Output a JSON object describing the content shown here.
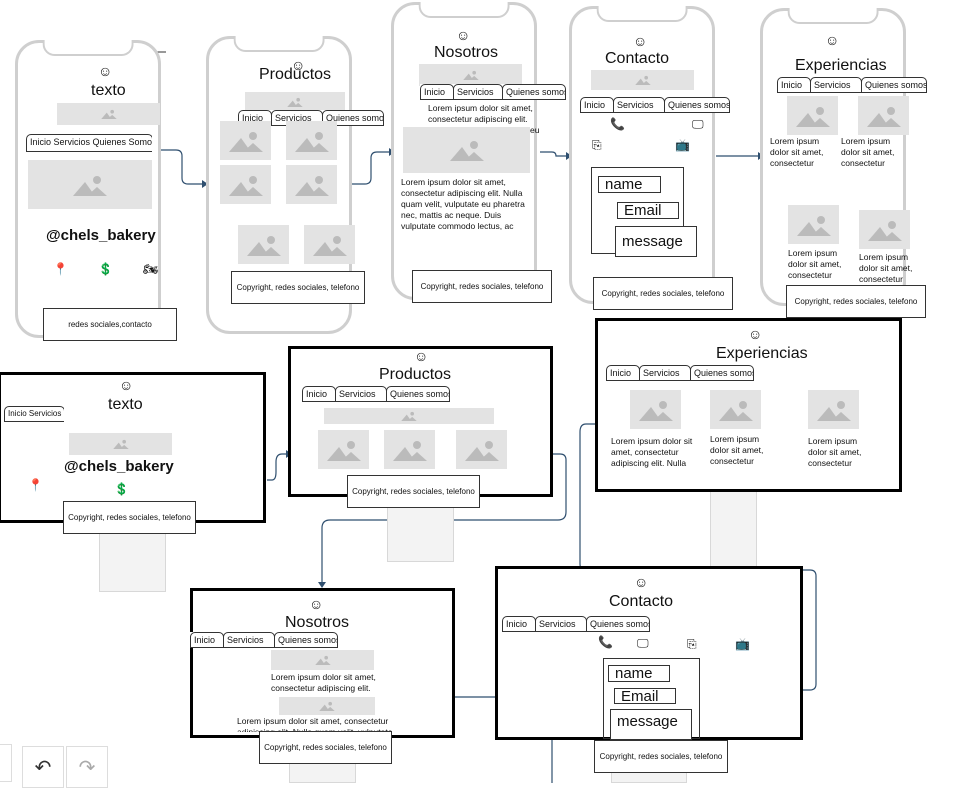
{
  "screens": {
    "texto": "texto",
    "productos": "Productos",
    "nosotros": "Nosotros",
    "contacto": "Contacto",
    "experiencias": "Experiencias"
  },
  "nav": {
    "inicio": "Inicio",
    "servicios": "Servicios",
    "quienes": "Quienes somos",
    "mobile_overlap": "Inicio Servicios Quienes Somos Experiencias/Recomendaciones",
    "desktop_overlap": "Inicio Servicios Quienes Somos Experiencias"
  },
  "brand": {
    "handle": "@chels_bakery"
  },
  "lorem": {
    "short": "Lorem ipsum dolor sit amet, consectetur adipiscing elit. Nulla quam velit, vulputate eu pharetra",
    "long": "Lorem ipsum dolor sit amet, consectetur adipiscing elit. Nulla quam velit, vulputate eu pharetra nec, mattis ac neque. Duis vulputate commodo lectus, ac",
    "card": "Lorem ipsum dolor sit amet, consectetur",
    "card_long": "Lorem ipsum dolor sit amet, consectetur adipiscing elit. Nulla",
    "mid": "Lorem ipsum dolor sit amet, consectetur adipiscing elit. Nulla quam velit, vulputate eu pharetra"
  },
  "footer": {
    "copyright": "Copyright, redes sociales, telefono",
    "contact": "redes sociales,contacto"
  },
  "form": {
    "name": "name",
    "email": "Email",
    "message": "message"
  },
  "icons": [
    "smiley-icon",
    "location-pin-icon",
    "dollar-icon",
    "motorcycle-icon",
    "phone-icon",
    "monitor-icon",
    "cast-icon",
    "tv-icon",
    "image-placeholder-icon",
    "undo-icon",
    "redo-icon"
  ],
  "colors": {
    "connector": "#2f4f6f",
    "frame_mobile": "#cfcfcf",
    "frame_desktop": "#000000",
    "placeholder": "#e3e3e3"
  }
}
